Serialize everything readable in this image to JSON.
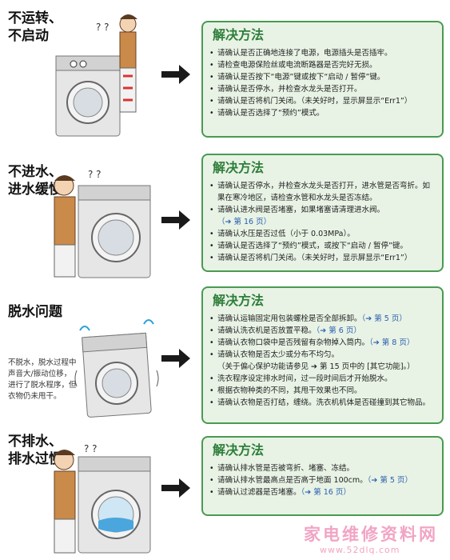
{
  "sections": [
    {
      "title": "不运转、\n不启动",
      "panel_title": "解决方法",
      "items": [
        {
          "text": "请确认是否正确地连接了电源，电源插头是否插牢。"
        },
        {
          "text": "请检查电源保险丝或电流断路器是否完好无损。"
        },
        {
          "text": "请确认是否按下“电源”键或按下“启动 / 暂停”键。"
        },
        {
          "text": "请确认是否停水，并检查水龙头是否打开。"
        },
        {
          "text": "请确认是否将机门关闭。（未关好时，显示屏显示“Err1”）"
        },
        {
          "text": "请确认是否选择了“预约”模式。"
        }
      ]
    },
    {
      "title": "不进水、\n进水缓慢",
      "panel_title": "解决方法",
      "items": [
        {
          "text": "请确认是否停水，并检查水龙头是否打开，进水管是否弯折。如果在寒冷地区，请检查水管和水龙头是否冻结。"
        },
        {
          "text": "请确认进水阀是否堵塞，如果堵塞请清理进水阀。",
          "ref": "（➔ 第 16 页）"
        },
        {
          "text": "请确认水压是否过低（小于 0.03MPa）。"
        },
        {
          "text": "请确认是否选择了“预约”模式，或按下“启动 / 暂停”键。"
        },
        {
          "text": "请确认是否将机门关闭。（未关好时，显示屏显示“Err1”）"
        }
      ]
    },
    {
      "title": "脱水问题",
      "note": "不脱水，脱水过程中声音大/振动位移，进行了脱水程序，但衣物仍未甩干。",
      "panel_title": "解决方法",
      "items": [
        {
          "text": "请确认运输固定用包装螺栓是否全部拆卸。",
          "ref": "（➔ 第 5 页）"
        },
        {
          "text": "请确认洗衣机是否放置平稳。",
          "ref": "（➔ 第 6 页）"
        },
        {
          "text": "请确认衣物口袋中是否残留有杂物掉入筒内。",
          "ref": "（➔ 第 8 页）"
        },
        {
          "text": "请确认衣物是否太少或分布不均匀。"
        },
        {
          "text": "（关于偏心保护功能请参见 ➔ 第 15 页中的 [其它功能]。）",
          "sub": true
        },
        {
          "text": "洗衣程序设定排水时间，过一段时间后才开始脱水。"
        },
        {
          "text": "根据衣物种类的不同，其甩干效果也不同。"
        },
        {
          "text": "请确认衣物是否打结，缠绕。洗衣机机体是否碰撞到其它物品。"
        }
      ]
    },
    {
      "title": "不排水、\n排水过慢",
      "panel_title": "解决方法",
      "items": [
        {
          "text": "请确认排水管是否被弯折、堵塞、冻结。"
        },
        {
          "text": "请确认排水管最高点是否高于地面 100cm。",
          "ref": "（➔ 第 5 页）"
        },
        {
          "text": "请确认过滤器是否堵塞。",
          "ref": "（➔ 第 16 页）"
        }
      ]
    }
  ],
  "watermark": {
    "text": "家电维修资料网",
    "url": "www.52dlq.com"
  },
  "colors": {
    "accent": "#4a9a52",
    "panel_bg": "#e8f3e5",
    "title": "#2f7e3a",
    "link": "#2a5db0"
  },
  "icons": [
    "washing-machine-icon",
    "person-icon",
    "arrow-right-icon"
  ]
}
